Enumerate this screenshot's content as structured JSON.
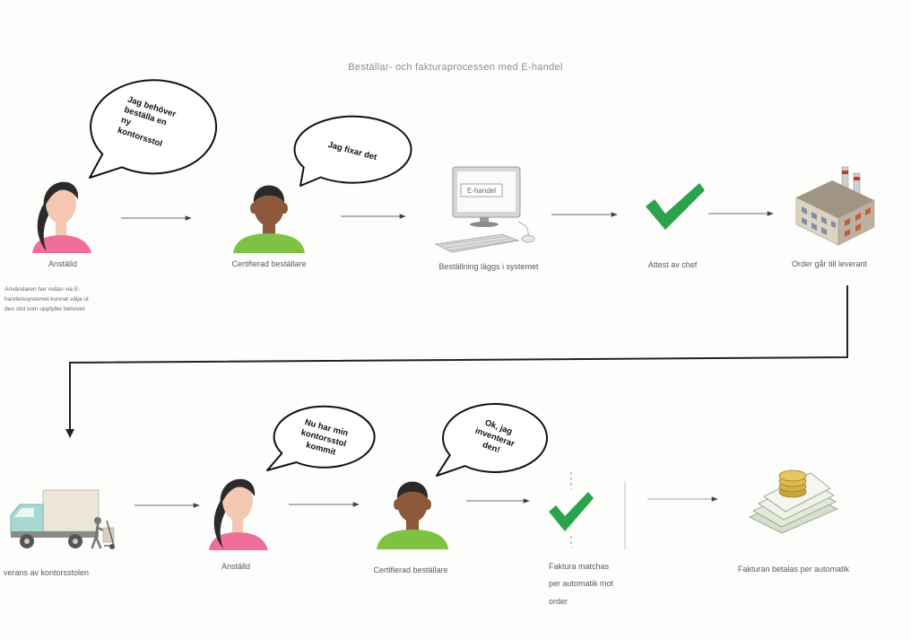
{
  "title": "Beställar- och fakturaprocessen med E-handel",
  "row1": {
    "employee": {
      "label": "Anställd",
      "bubble": [
        "Jag behöver",
        "beställa en",
        "ny",
        "kontorsstol"
      ],
      "note": [
        "Användaren har redan via E-",
        "handelssystemet kunnat välja ut",
        "den stol som uppfyller behovet"
      ]
    },
    "orderer": {
      "label": "Certifierad beställare",
      "bubble": [
        "Jag fixar det"
      ]
    },
    "system": {
      "label": "Beställning läggs i systemet",
      "screen_text": "E-handel"
    },
    "approval": {
      "label": "Attest av chef"
    },
    "supplier": {
      "label": "Order går till leverant"
    }
  },
  "row2": {
    "delivery": {
      "label": "verans av kontorsstolen"
    },
    "employee": {
      "label": "Anställd",
      "bubble": [
        "Nu har min",
        "kontorsstol",
        "kommit"
      ]
    },
    "orderer": {
      "label": "Certifierad beställare",
      "bubble": [
        "Ok, jag",
        "inventerar",
        "den!"
      ]
    },
    "matching": {
      "label": [
        "Faktura matchas",
        "per automatik mot",
        "order"
      ]
    },
    "payment": {
      "label": "Fakturan betalas per automatik"
    }
  },
  "colors": {
    "check": "#2ba24c",
    "woman_shirt": "#ef6f98",
    "man_shirt": "#7dc243",
    "hair": "#2a2a2a",
    "skin_light": "#f3c7b1",
    "skin_dark": "#8c5a3a"
  }
}
